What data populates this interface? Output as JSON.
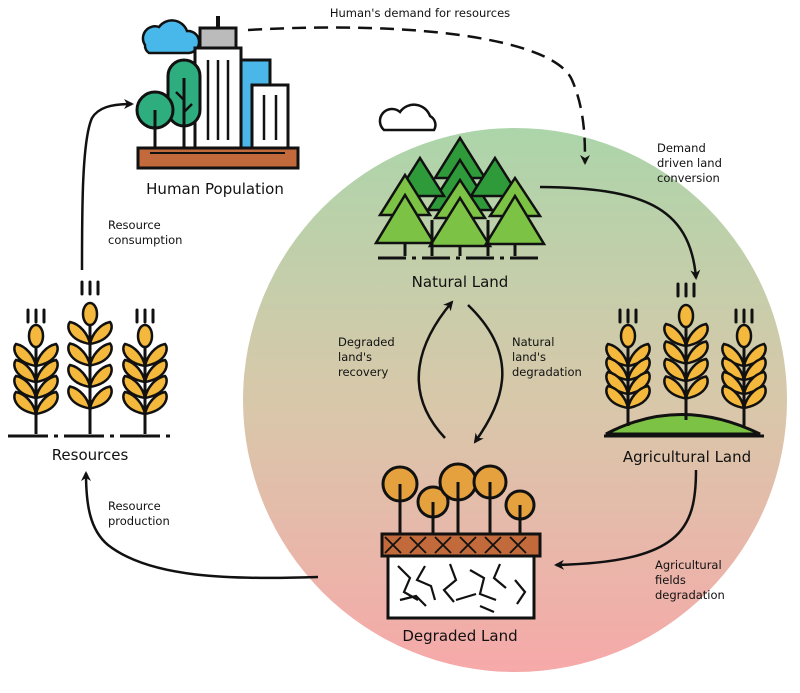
{
  "nodes": {
    "human_population": "Human Population",
    "natural_land": "Natural Land",
    "agricultural_land": "Agricultural Land",
    "degraded_land": "Degraded Land",
    "resources": "Resources"
  },
  "edges": {
    "demand_for_resources": "Human's demand for resources",
    "demand_driven_conversion": [
      "Demand",
      "driven land",
      "conversion"
    ],
    "resource_consumption": [
      "Resource",
      "consumption"
    ],
    "resource_production": [
      "Resource",
      "production"
    ],
    "degraded_recovery": [
      "Degraded",
      "land's",
      "recovery"
    ],
    "natural_degradation": [
      "Natural",
      "land's",
      "degradation"
    ],
    "agricultural_degradation": [
      "Agricultural",
      "fields",
      "degradation"
    ]
  },
  "colors": {
    "circle_top": "#acd5aa",
    "circle_bottom": "#f6a9a9",
    "forest_dark": "#2f9a3a",
    "forest_light": "#7cc244",
    "wheat": "#f3b83c",
    "wheat_dark": "#d98d1d",
    "building_blue": "#4ab7e8",
    "tree_teal": "#2eae7e",
    "cloud_blue": "#48b8ea",
    "soil_brown": "#c26a3c",
    "orange_tree": "#e6a13f",
    "stroke": "#111111"
  }
}
